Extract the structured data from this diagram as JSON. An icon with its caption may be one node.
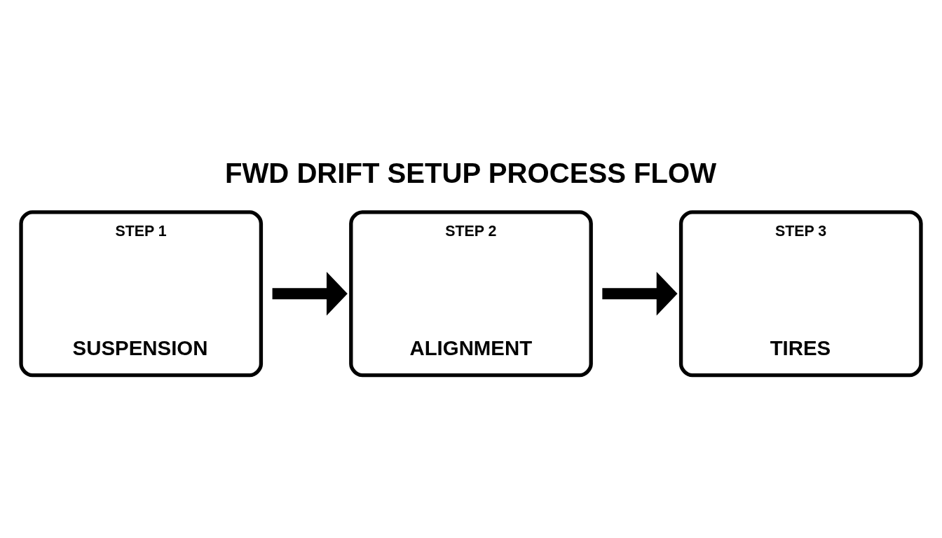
{
  "diagram": {
    "title": "FWD DRIFT SETUP PROCESS FLOW",
    "nodes": [
      {
        "text": [
          "STEP 1",
          "SUSPENSION"
        ]
      },
      {
        "text": [
          "STEP 2",
          "ALIGNMENT"
        ]
      },
      {
        "text": [
          "STEP 3",
          "TIRES"
        ]
      }
    ],
    "edges": [
      {
        "from": 0,
        "to": 1,
        "arrow": "to"
      },
      {
        "from": 1,
        "to": 2,
        "arrow": "to"
      }
    ]
  }
}
